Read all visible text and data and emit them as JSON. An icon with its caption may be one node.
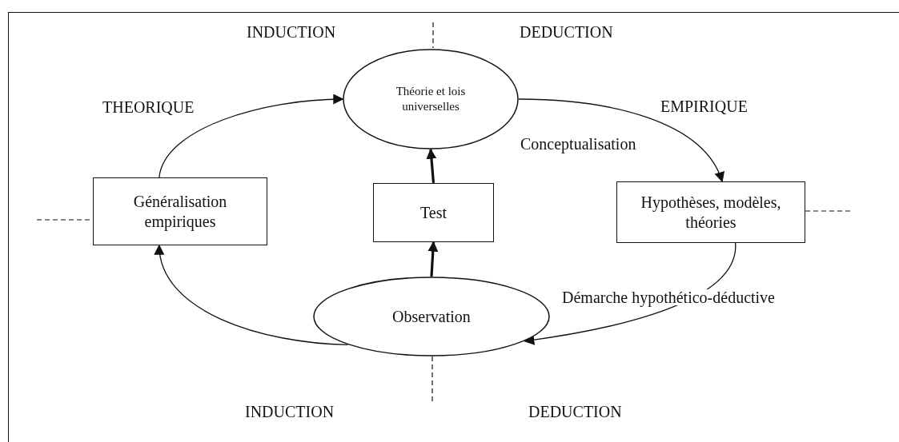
{
  "diagram": {
    "nodes": [
      {
        "text": [
          "Théorie et lois universelles"
        ]
      },
      {
        "text": [
          "Généralisation empiriques"
        ]
      },
      {
        "text": [
          "Test"
        ]
      },
      {
        "text": [
          "Hypothèses, modèles, théories"
        ]
      },
      {
        "text": [
          "Observation"
        ]
      }
    ],
    "edges": [
      {
        "from": 1,
        "to": 0,
        "arrow": "to"
      },
      {
        "from": 0,
        "to": 3,
        "arrow": "to",
        "label": "Conceptualisation"
      },
      {
        "from": 3,
        "to": 4,
        "arrow": "to",
        "label": "Démarche hypothético-déductive"
      },
      {
        "from": 4,
        "to": 1,
        "arrow": "to"
      },
      {
        "from": 4,
        "to": 2,
        "arrow": "to",
        "style": "thick"
      },
      {
        "from": 2,
        "to": 0,
        "arrow": "to",
        "style": "thick"
      }
    ],
    "labels": [
      "INDUCTION",
      "DEDUCTION",
      "THEORIQUE",
      "EMPIRIQUE",
      "INDUCTION",
      "DEDUCTION"
    ]
  }
}
